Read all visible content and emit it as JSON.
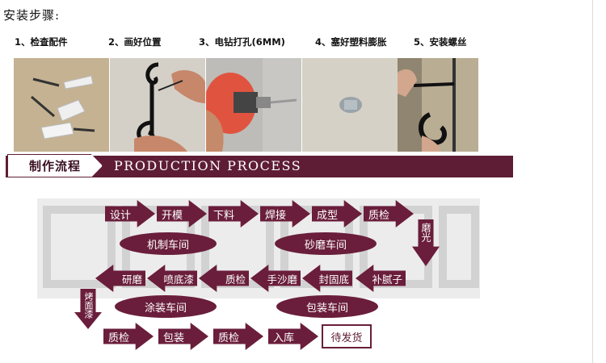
{
  "header": {
    "title": "安装步骤:"
  },
  "steps": [
    {
      "label": "1、检查配件"
    },
    {
      "label": "2、画好位置"
    },
    {
      "label": "3、电钻打孔(6MM)"
    },
    {
      "label": "4、塞好塑料膨胀"
    },
    {
      "label": "5、安装螺丝"
    }
  ],
  "banner": {
    "cn": "制作流程",
    "en": "PRODUCTION PROCESS"
  },
  "flow": {
    "row1": [
      "设计",
      "开模",
      "下料",
      "焊接",
      "成型",
      "质检"
    ],
    "ellipse1": [
      "机制车间",
      "砂磨车间"
    ],
    "down1": "磨光",
    "row2": [
      "研磨",
      "喷底漆",
      "质检",
      "手沙磨",
      "封固底",
      "补腻子"
    ],
    "ellipse2": [
      "涂装车间",
      "包装车间"
    ],
    "down2": "烤面漆",
    "row3": [
      "质检",
      "包装",
      "质检",
      "入库"
    ],
    "final": "待发货"
  },
  "colors": {
    "accent": "#6a1e3b",
    "banner": "#5e1d35"
  }
}
